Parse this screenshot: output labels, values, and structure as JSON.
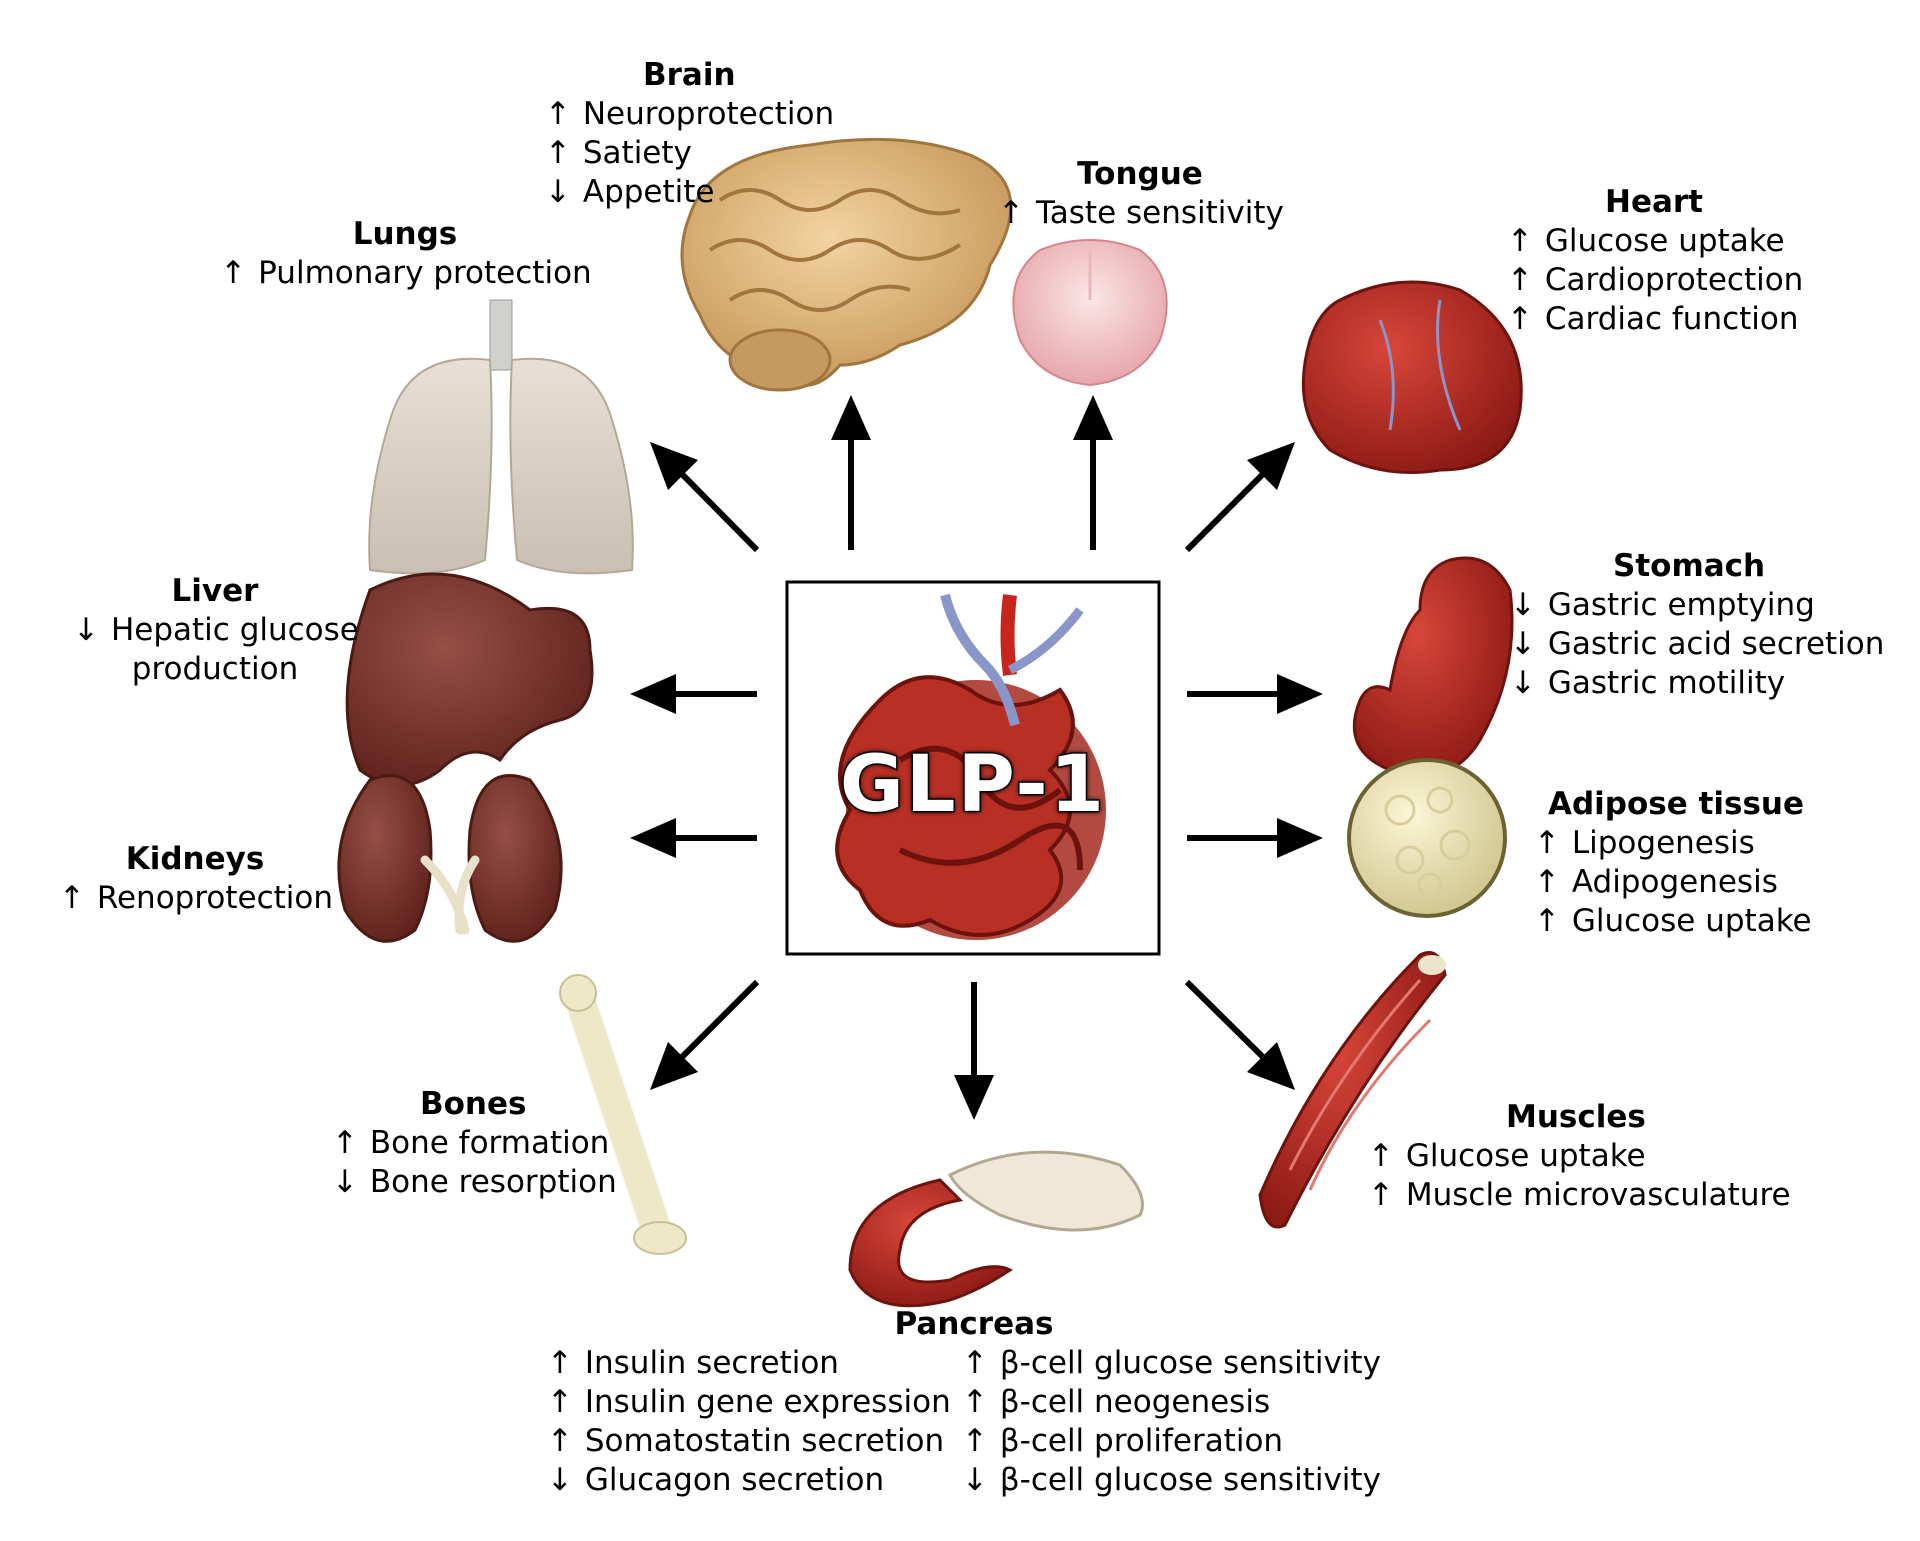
{
  "center": {
    "label": "GLP-1"
  },
  "organs": {
    "brain": {
      "title": "Brain",
      "effects": [
        {
          "arrow": "↑",
          "text": "Neuroprotection"
        },
        {
          "arrow": "↑",
          "text": "Satiety"
        },
        {
          "arrow": "↓",
          "text": "Appetite"
        }
      ]
    },
    "tongue": {
      "title": "Tongue",
      "effects": [
        {
          "arrow": "↑",
          "text": "Taste sensitivity"
        }
      ]
    },
    "lungs": {
      "title": "Lungs",
      "effects": [
        {
          "arrow": "↑",
          "text": "Pulmonary protection"
        }
      ]
    },
    "heart": {
      "title": "Heart",
      "effects": [
        {
          "arrow": "↑",
          "text": "Glucose uptake"
        },
        {
          "arrow": "↑",
          "text": "Cardioprotection"
        },
        {
          "arrow": "↑",
          "text": "Cardiac function"
        }
      ]
    },
    "liver": {
      "title": "Liver",
      "effects": [
        {
          "arrow": "↓",
          "text": "Hepatic glucose"
        },
        {
          "arrow": "",
          "text": "production"
        }
      ]
    },
    "stomach": {
      "title": "Stomach",
      "effects": [
        {
          "arrow": "↓",
          "text": "Gastric emptying"
        },
        {
          "arrow": "↓",
          "text": "Gastric acid secretion"
        },
        {
          "arrow": "↓",
          "text": "Gastric motility"
        }
      ]
    },
    "kidneys": {
      "title": "Kidneys",
      "effects": [
        {
          "arrow": "↑",
          "text": "Renoprotection"
        }
      ]
    },
    "adipose": {
      "title": "Adipose tissue",
      "effects": [
        {
          "arrow": "↑",
          "text": "Lipogenesis"
        },
        {
          "arrow": "↑",
          "text": "Adipogenesis"
        },
        {
          "arrow": "↑",
          "text": "Glucose uptake"
        }
      ]
    },
    "bones": {
      "title": "Bones",
      "effects": [
        {
          "arrow": "↑",
          "text": "Bone formation"
        },
        {
          "arrow": "↓",
          "text": "Bone resorption"
        }
      ]
    },
    "muscles": {
      "title": "Muscles",
      "effects": [
        {
          "arrow": "↑",
          "text": "Glucose uptake"
        },
        {
          "arrow": "↑",
          "text": "Muscle microvasculature"
        }
      ]
    },
    "pancreas": {
      "title": "Pancreas",
      "effects_left": [
        {
          "arrow": "↑",
          "text": "Insulin secretion"
        },
        {
          "arrow": "↑",
          "text": "Insulin gene expression"
        },
        {
          "arrow": "↑",
          "text": "Somatostatin secretion"
        },
        {
          "arrow": "↓",
          "text": "Glucagon secretion"
        }
      ],
      "effects_right": [
        {
          "arrow": "↑",
          "text": "β-cell glucose sensitivity"
        },
        {
          "arrow": "↑",
          "text": "β-cell neogenesis"
        },
        {
          "arrow": "↑",
          "text": "β-cell proliferation"
        },
        {
          "arrow": "↓",
          "text": "β-cell glucose sensitivity"
        }
      ]
    }
  },
  "colors": {
    "muscle_red": "#b3261e",
    "organ_brown": "#7a2e22",
    "brain_tan": "#e0bd86",
    "bone": "#efe8c8",
    "vein_blue": "#8a95c8"
  }
}
